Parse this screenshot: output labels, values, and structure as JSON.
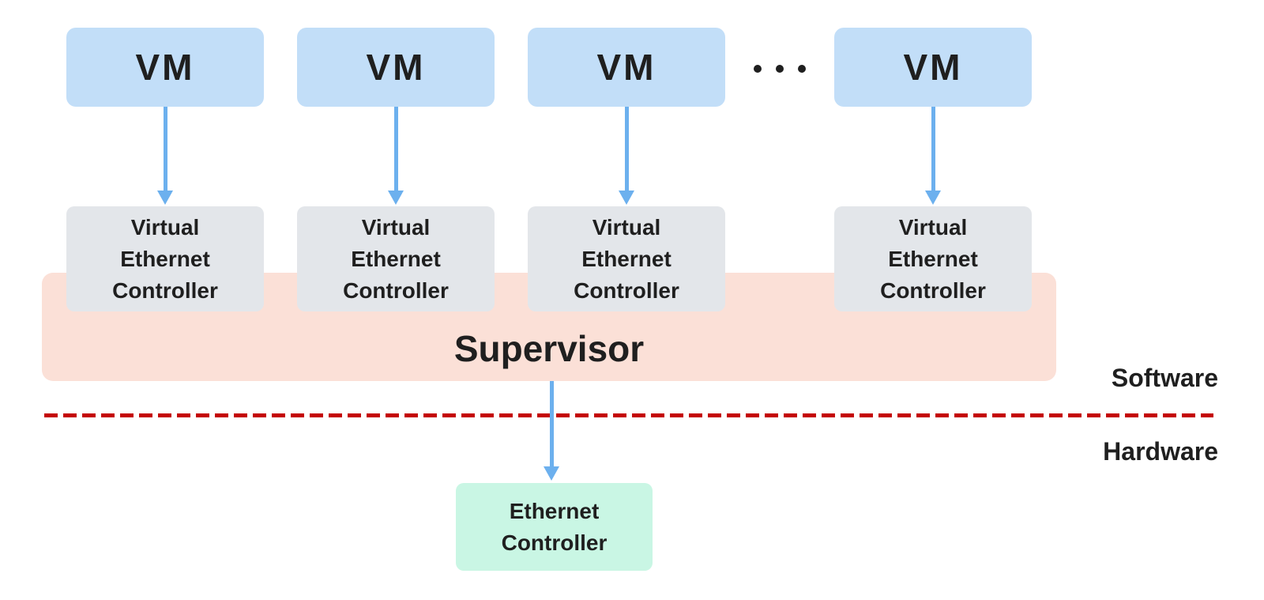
{
  "diagram": {
    "title": "Virtualized networking stack: VMs to virtual ethernet controllers via supervisor over physical ethernet controller",
    "colors": {
      "vm_box": "#C2DEF8",
      "vec_box": "#E3E6EA",
      "supervisor_band": "#FBE0D7",
      "ethernet_box": "#C9F6E4",
      "arrow": "#6CB0EE",
      "divider": "#C40000",
      "text": "#1F1F1F"
    },
    "vm_boxes": [
      {
        "label": "VM"
      },
      {
        "label": "VM"
      },
      {
        "label": "VM"
      },
      {
        "label": "VM"
      }
    ],
    "ellipsis_between_vm3_and_vm4": "...",
    "vec_boxes": [
      {
        "label": "Virtual\nEthernet\nController"
      },
      {
        "label": "Virtual\nEthernet\nController"
      },
      {
        "label": "Virtual\nEthernet\nController"
      },
      {
        "label": "Virtual\nEthernet\nController"
      }
    ],
    "supervisor": {
      "label": "Supervisor"
    },
    "layer_labels": {
      "software": "Software",
      "hardware": "Hardware"
    },
    "ethernet_controller": {
      "label": "Ethernet\nController"
    }
  }
}
